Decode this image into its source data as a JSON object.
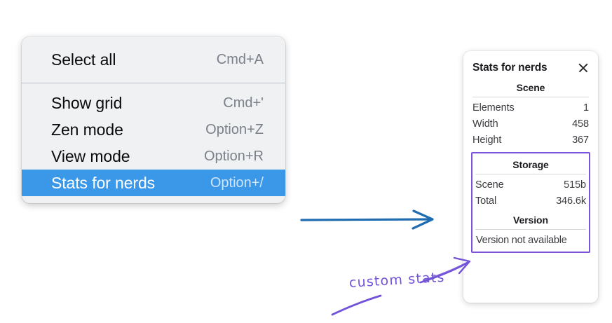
{
  "context_menu": {
    "name": "context-menu",
    "groups": [
      {
        "items": [
          {
            "label": "Select all",
            "shortcut": "Cmd+A",
            "selected": false,
            "name": "select-all"
          }
        ]
      },
      {
        "items": [
          {
            "label": "Show grid",
            "shortcut": "Cmd+'",
            "selected": false,
            "name": "show-grid"
          },
          {
            "label": "Zen mode",
            "shortcut": "Option+Z",
            "selected": false,
            "name": "zen-mode"
          },
          {
            "label": "View mode",
            "shortcut": "Option+R",
            "selected": false,
            "name": "view-mode"
          },
          {
            "label": "Stats for nerds",
            "shortcut": "Option+/",
            "selected": true,
            "name": "stats-for-nerds"
          }
        ]
      }
    ]
  },
  "stats_panel": {
    "title": "Stats for nerds",
    "close_icon": "close-icon",
    "sections": [
      {
        "heading": "Scene",
        "highlighted": false,
        "rows": [
          {
            "key": "Elements",
            "value": "1"
          },
          {
            "key": "Width",
            "value": "458"
          },
          {
            "key": "Height",
            "value": "367"
          }
        ]
      },
      {
        "heading": "Storage",
        "highlighted": true,
        "rows": [
          {
            "key": "Scene",
            "value": "515b"
          },
          {
            "key": "Total",
            "value": "346.6k"
          }
        ],
        "subsections": [
          {
            "heading": "Version",
            "note": "Version not available"
          }
        ]
      }
    ]
  },
  "annotations": {
    "custom_stats_label": "custom stats",
    "blue_arrow_color": "#1f6cb0",
    "purple_color": "#7152d8",
    "highlight_border_color": "#7c52dd",
    "menu_selected_color": "#3b98e8"
  }
}
